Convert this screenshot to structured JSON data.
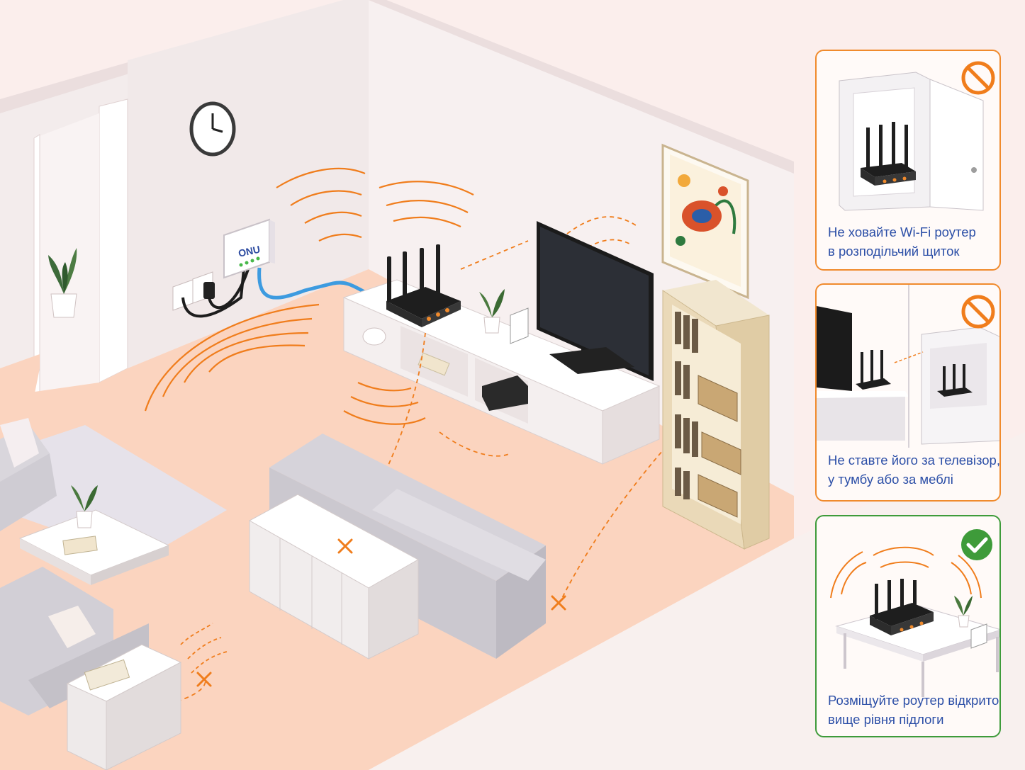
{
  "scene": {
    "onu_label": "ONU",
    "icons": [
      "wall-clock-icon",
      "onu-terminal-icon",
      "wifi-router-icon",
      "tv-icon",
      "bookshelf-icon",
      "folk-rooster-painting-icon",
      "sofa-icon",
      "plant-icon",
      "signal-blocked-x-icon"
    ],
    "colors": {
      "signal": "#f07d1c",
      "floor": "#fbd3bd",
      "wall": "#f6eded",
      "cable_blue": "#3d9be0",
      "bad_border": "#f08a2c",
      "good_border": "#3e9b3a",
      "text_blue": "#2c4fa7"
    }
  },
  "tips": [
    {
      "status": "bad",
      "icon": "prohibited-icon",
      "lines": [
        "Не ховайте Wi-Fi роутер",
        "в розподільчий щиток"
      ]
    },
    {
      "status": "bad",
      "icon": "prohibited-icon",
      "lines": [
        "Не ставте його за телевізор,",
        "у тумбу або за меблі"
      ]
    },
    {
      "status": "good",
      "icon": "checkmark-icon",
      "lines": [
        "Розміщуйте роутер відкрито,",
        "вище рівня підлоги"
      ]
    }
  ]
}
